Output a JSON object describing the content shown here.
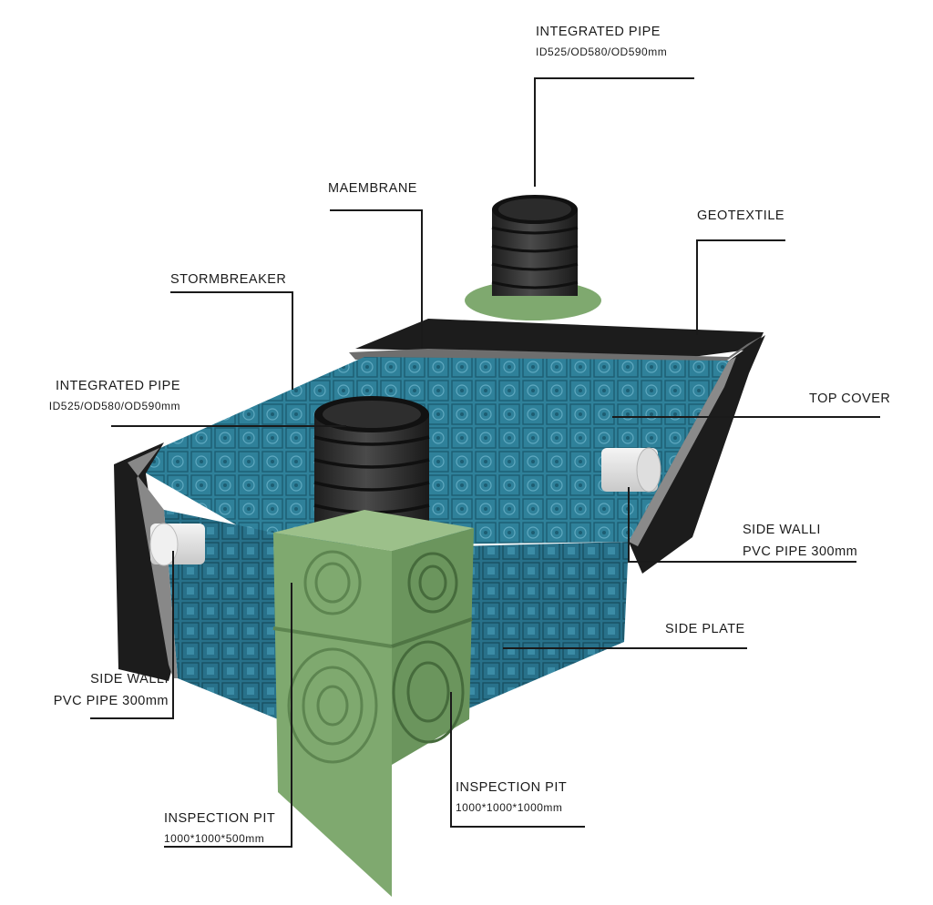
{
  "labels": {
    "integrated_pipe_top": {
      "title": "INTEGRATED PIPE",
      "sub": "ID525/OD580/OD590mm"
    },
    "maembrane": {
      "title": "MAEMBRANE"
    },
    "geotextile": {
      "title": "GEOTEXTILE"
    },
    "stormbreaker": {
      "title": "STORMBREAKER"
    },
    "integrated_pipe_left": {
      "title": "INTEGRATED PIPE",
      "sub": "ID525/OD580/OD590mm"
    },
    "top_cover": {
      "title": "TOP COVER"
    },
    "side_wall_right": {
      "title": "SIDE WALLI",
      "sub": "PVC PIPE 300mm"
    },
    "side_plate": {
      "title": "SIDE PLATE"
    },
    "side_wall_left": {
      "title": "SIDE WALLI",
      "sub": "PVC PIPE 300mm"
    },
    "inspection_pit_small": {
      "title": "INSPECTION PIT",
      "sub": "1000*1000*500mm"
    },
    "inspection_pit_large": {
      "title": "INSPECTION PIT",
      "sub": "1000*1000*1000mm"
    }
  },
  "colors": {
    "module_blue": "#2e7e96",
    "pit_green": "#7fa96f",
    "cover_black": "#1c1c1c",
    "pipe_black": "#2a2a2a",
    "pvc_white": "#e8e8e8",
    "leader_line": "#1a1a1a"
  }
}
